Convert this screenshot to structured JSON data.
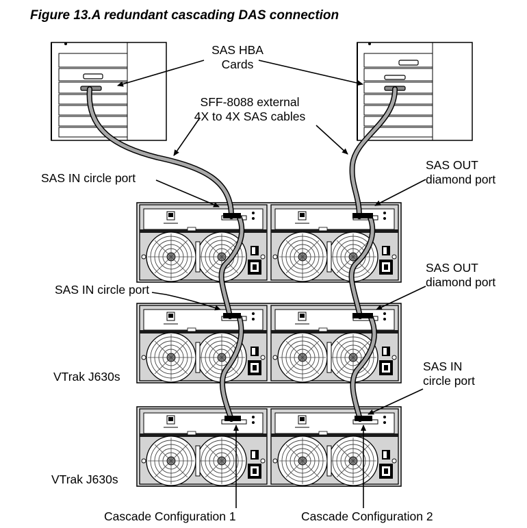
{
  "figure": {
    "title": "Figure 13.A redundant cascading DAS connection"
  },
  "labels": {
    "hba_cards_line1": "SAS HBA",
    "hba_cards_line2": "Cards",
    "cables_line1": "SFF-8088 external",
    "cables_line2": "4X to 4X SAS cables",
    "sas_in_circle_port_1": "SAS IN circle port",
    "sas_out_diamond_port_1_line1": "SAS OUT",
    "sas_out_diamond_port_1_line2": "diamond port",
    "sas_in_circle_port_2": "SAS IN circle port",
    "sas_out_diamond_port_2_line1": "SAS OUT",
    "sas_out_diamond_port_2_line2": "diamond port",
    "sas_in_circle_port_3_line1": "SAS IN",
    "sas_in_circle_port_3_line2": "circle port",
    "vtrak_1": "VTrak J630s",
    "vtrak_2": "VTrak J630s",
    "cascade_1": "Cascade Configuration 1",
    "cascade_2": "Cascade Configuration 2"
  },
  "colors": {
    "line": "#000000",
    "chassis": "#d4d4d4",
    "chassis_dark": "#1a1a1a",
    "cable": "#a8a8a8",
    "panel": "#ffffff"
  }
}
